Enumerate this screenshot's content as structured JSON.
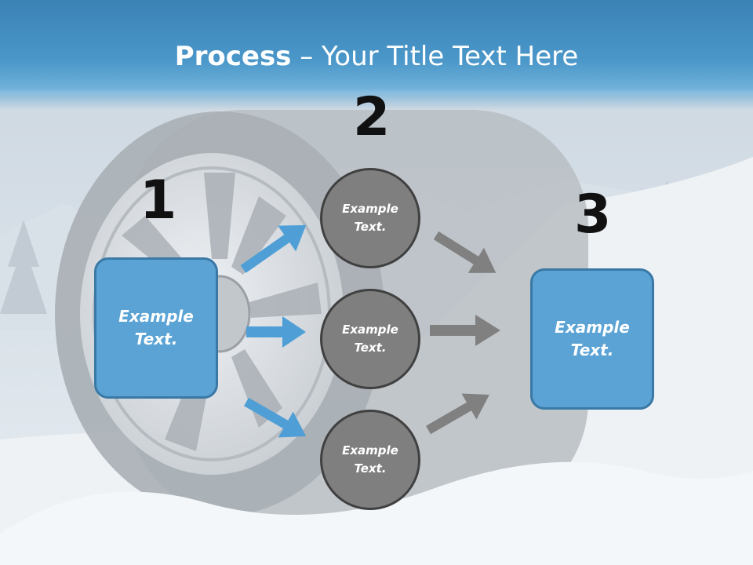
{
  "title": {
    "bold": "Process",
    "rest": " – Your Title Text Here"
  },
  "numbers": [
    "1",
    "2",
    "3"
  ],
  "step1": {
    "line1": "Example",
    "line2": "Text."
  },
  "step3": {
    "line1": "Example",
    "line2": "Text."
  },
  "circles": [
    {
      "line1": "Example",
      "line2": "Text."
    },
    {
      "line1": "Example",
      "line2": "Text."
    },
    {
      "line1": "Example",
      "line2": "Text."
    }
  ],
  "colors": {
    "title_bar": "#4a97c9",
    "box_fill": "#5aa3d4",
    "box_border": "#3a79a6",
    "circle_fill": "#7f7f7f",
    "circle_border": "#404040",
    "blue_arrow": "#4f9fd6",
    "gray_arrow": "#808080"
  }
}
